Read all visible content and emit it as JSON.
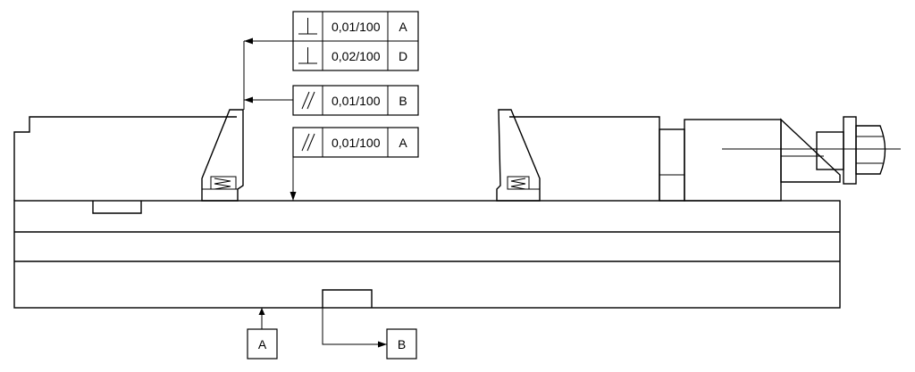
{
  "feature_control_frames": [
    {
      "symbol": "perpendicularity-icon",
      "tolerance": "0,01/100",
      "datum": "A"
    },
    {
      "symbol": "perpendicularity-icon",
      "tolerance": "0,02/100",
      "datum": "D"
    },
    {
      "symbol": "parallelism-icon",
      "tolerance": "0,01/100",
      "datum": "B"
    },
    {
      "symbol": "parallelism-icon",
      "tolerance": "0,01/100",
      "datum": "A"
    }
  ],
  "datums": [
    {
      "label": "A"
    },
    {
      "label": "B"
    }
  ]
}
